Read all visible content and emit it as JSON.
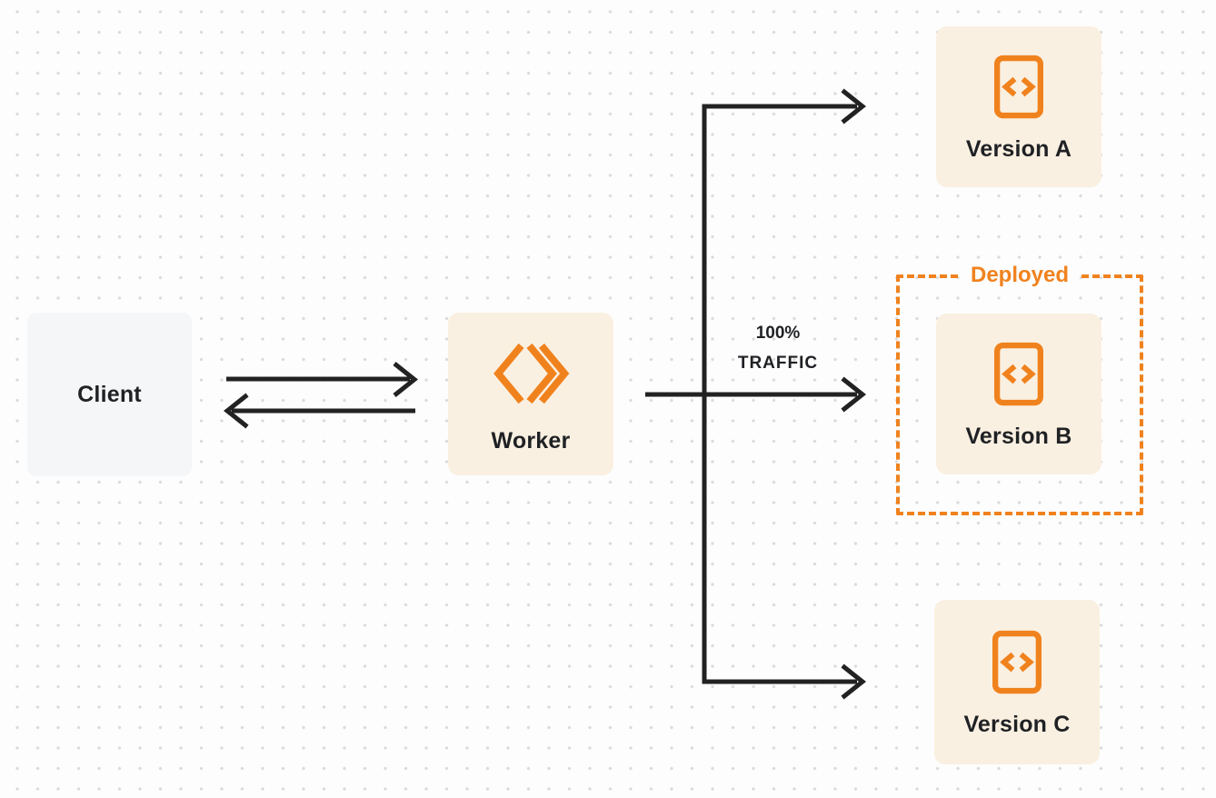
{
  "nodes": {
    "client": {
      "label": "Client"
    },
    "worker": {
      "label": "Worker",
      "icon": "cloudflare-workers-icon"
    },
    "version_a": {
      "label": "Version A",
      "icon": "code-file-icon"
    },
    "version_b": {
      "label": "Version B",
      "icon": "code-file-icon",
      "status": "Deployed"
    },
    "version_c": {
      "label": "Version C",
      "icon": "code-file-icon"
    }
  },
  "annotations": {
    "traffic_percent": "100%",
    "traffic_word": "TRAFFIC",
    "deployed_label": "Deployed"
  },
  "colors": {
    "accent_orange": "#F0821E",
    "node_cream": "#FAF0E1",
    "client_gray": "#F5F6F7",
    "line_dark": "#222222",
    "text_dark": "#1F2124",
    "dot_grid": "#D9D9D9",
    "background": "#FDFDFD"
  }
}
